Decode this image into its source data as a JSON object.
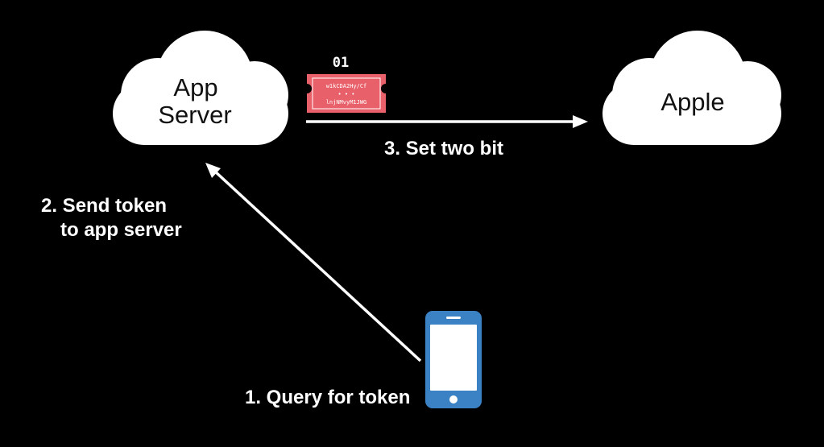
{
  "colors": {
    "background": "#000000",
    "cloud": "#ffffff",
    "arrow": "#ffffff",
    "ticket": "#e8606a",
    "phone": "#3b82c4",
    "phone_screen": "#ffffff"
  },
  "clouds": {
    "app_server": {
      "line1": "App",
      "line2": "Server"
    },
    "apple": {
      "label": "Apple"
    }
  },
  "steps": {
    "step1": "1. Query for token",
    "step2_line1": "2. Send token",
    "step2_line2": "to app server",
    "step3": "3. Set two bit"
  },
  "ticket": {
    "bits": "01",
    "line1": "w1kCDA2Hy/Cf",
    "dots": "• • •",
    "line2": "lnjNMvyM1JWG"
  },
  "icons": {
    "phone": "smartphone-icon",
    "ticket": "ticket-icon",
    "cloud": "cloud-icon"
  }
}
